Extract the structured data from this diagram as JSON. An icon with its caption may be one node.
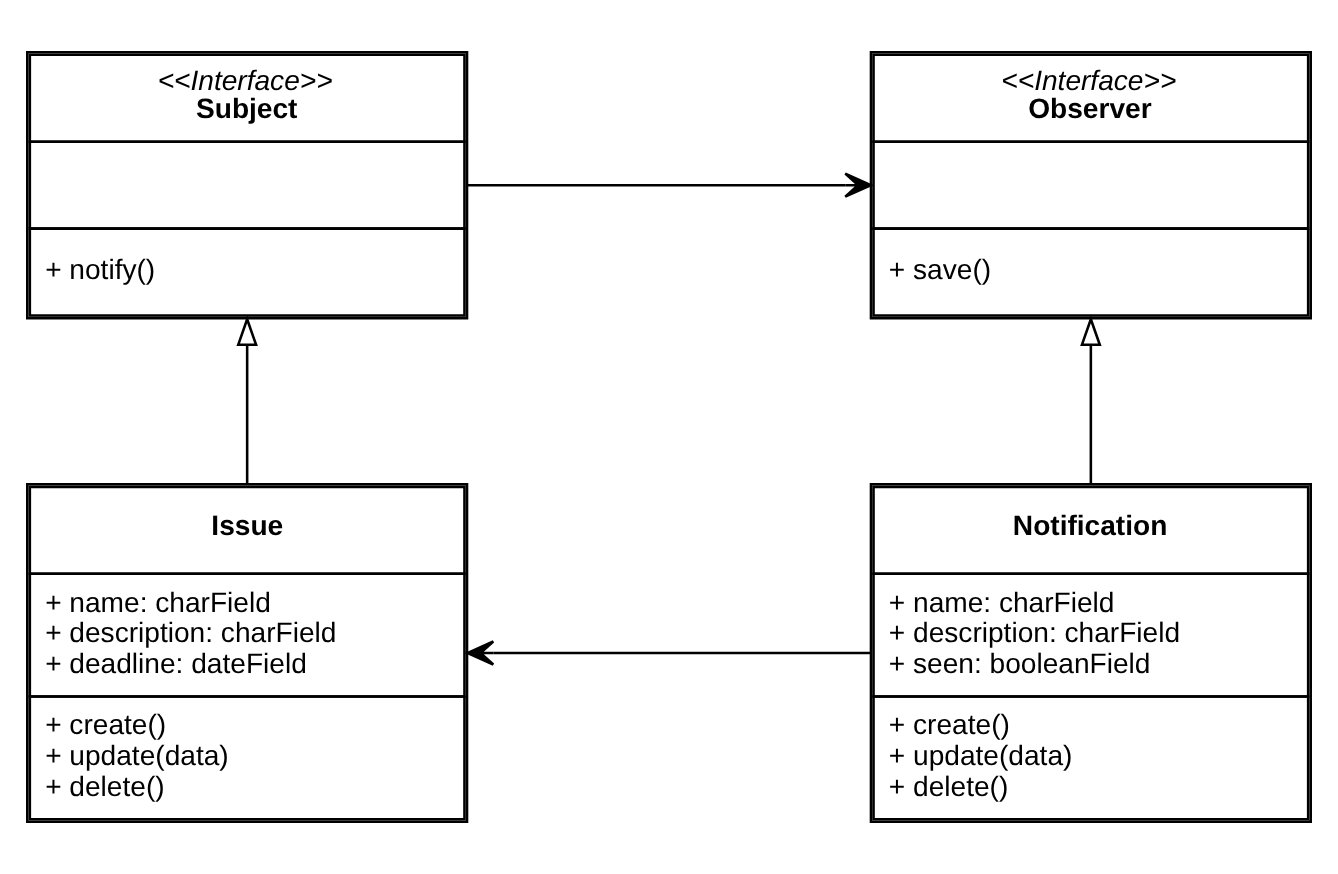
{
  "diagram": {
    "nodes": [
      {
        "text": [
          "<<Interface>>",
          "Subject",
          "+ notify()"
        ]
      },
      {
        "text": [
          "<<Interface>>",
          "Observer",
          "+ save()"
        ]
      },
      {
        "text": [
          "Issue",
          "+ name: charField",
          "+ description: charField",
          "+ deadline: dateField",
          "+ create()",
          "+ update(data)",
          "+ delete()"
        ]
      },
      {
        "text": [
          "Notification",
          "+ name: charField",
          "+ description: charField",
          "+ seen: booleanField",
          "+ create()",
          "+ update(data)",
          "+ delete()"
        ]
      }
    ],
    "edges": [
      {
        "from": 0,
        "to": 1,
        "arrow": "to"
      },
      {
        "from": 2,
        "to": 0,
        "arrow": "to"
      },
      {
        "from": 3,
        "to": 1,
        "arrow": "to"
      },
      {
        "from": 3,
        "to": 2,
        "arrow": "to"
      }
    ]
  }
}
